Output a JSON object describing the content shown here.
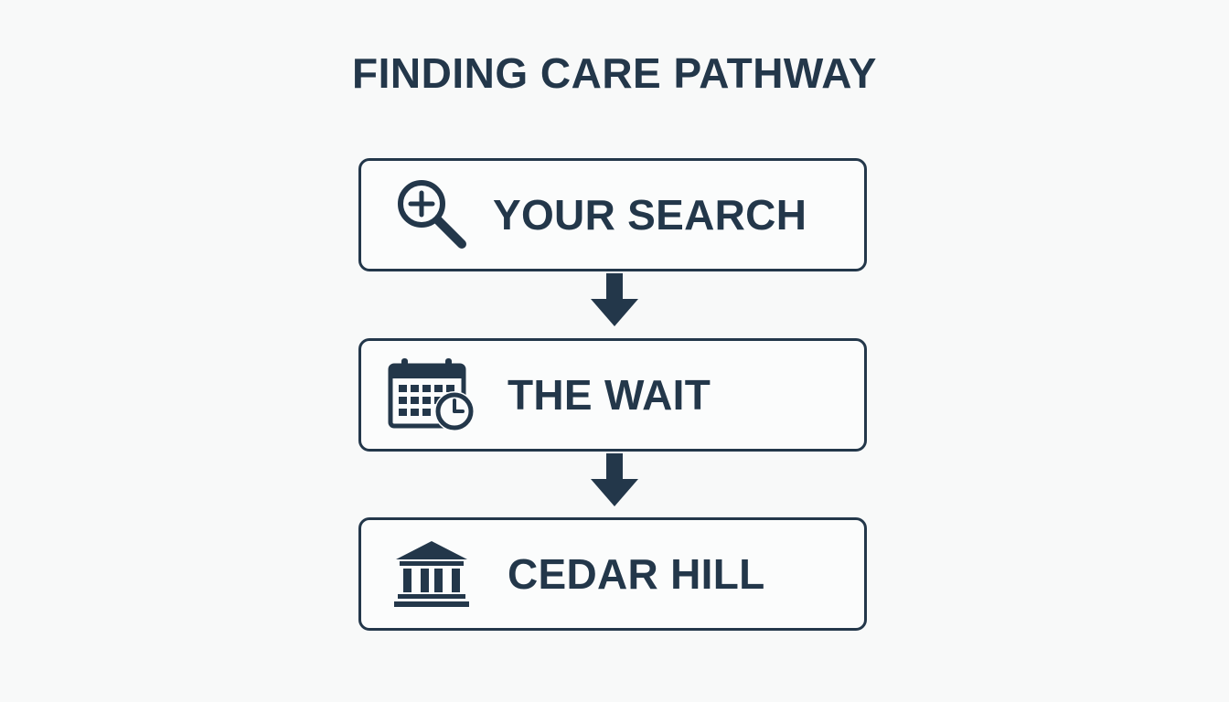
{
  "title": "FINDING CARE PATHWAY",
  "colors": {
    "primary": "#23374a",
    "background": "#f8f9f9"
  },
  "steps": [
    {
      "label": "YOUR SEARCH",
      "icon": "magnifier-plus-icon"
    },
    {
      "label": "THE WAIT",
      "icon": "calendar-clock-icon"
    },
    {
      "label": "CEDAR HILL",
      "icon": "institution-building-icon"
    }
  ],
  "connectors": [
    {
      "icon": "arrow-down-icon"
    },
    {
      "icon": "arrow-down-icon"
    }
  ]
}
